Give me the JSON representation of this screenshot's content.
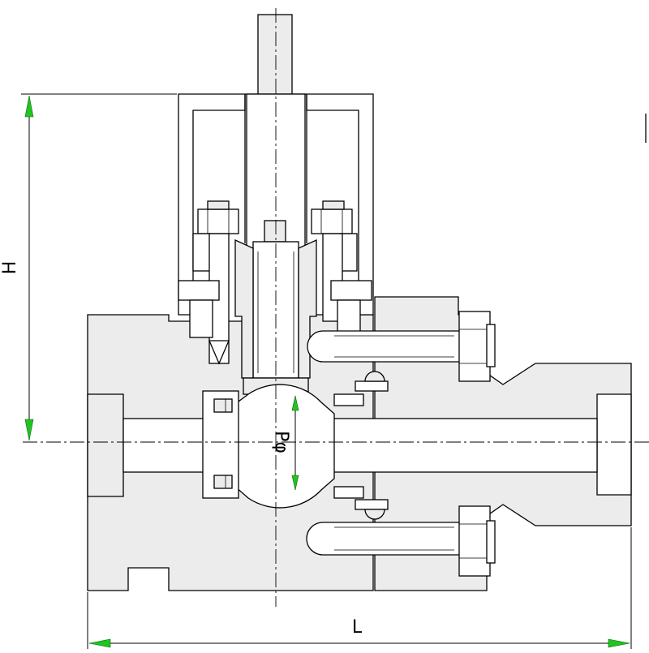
{
  "drawing": {
    "dimension_height_label": "H",
    "dimension_length_label": "L",
    "bore_label": "Pφ",
    "arrow_color": "#22c322",
    "line_color": "#000000",
    "fill_color": "#ececec"
  }
}
